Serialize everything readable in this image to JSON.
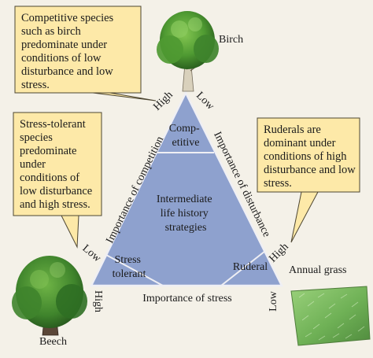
{
  "callouts": {
    "competitive": [
      "Competitive species",
      "such as birch",
      "predominate under",
      "conditions of low",
      "disturbance and low",
      "stress."
    ],
    "stress_tolerant": [
      "Stress-tolerant",
      "species",
      "predominate",
      "under",
      "conditions of",
      "low disturbance",
      "and high stress."
    ],
    "ruderal": [
      "Ruderals are",
      "dominant under",
      "conditions of high",
      "disturbance and low",
      "stress."
    ]
  },
  "regions": {
    "competitive": [
      "Comp-",
      "etitive"
    ],
    "intermediate": [
      "Intermediate",
      "life history",
      "strategies"
    ],
    "stress_tolerant": [
      "Stress",
      "tolerant"
    ],
    "ruderal": "Ruderal"
  },
  "axes": {
    "competition": {
      "label": "Importance of competition",
      "high": "High",
      "low": "Low"
    },
    "disturbance": {
      "label": "Importance of disturbance",
      "low": "Low",
      "high": "High"
    },
    "stress": {
      "label": "Importance of stress",
      "high": "High",
      "low": "Low"
    }
  },
  "plants": {
    "birch": "Birch",
    "beech": "Beech",
    "annual_grass": "Annual grass"
  },
  "colors": {
    "triangle_fill": "#8ea1ce",
    "triangle_stroke": "#efeff4",
    "callout_fill": "#fde9a8",
    "callout_stroke": "#4d4632",
    "tree_dark": "#2f6f23",
    "tree_mid": "#4f9a32",
    "tree_light": "#77bb45",
    "grass_dark": "#5f9a48",
    "grass_light": "#9ad17b"
  }
}
